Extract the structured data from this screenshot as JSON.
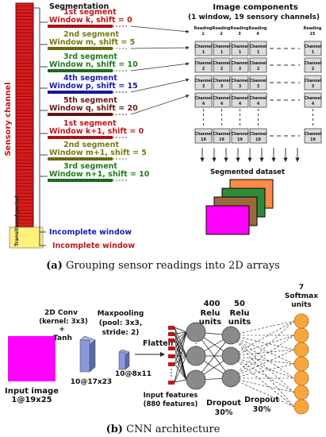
{
  "panel_a": {
    "sensory_label": "Sensory channel",
    "transitional_label": "Transitional period",
    "segmentation_title": "Segmentation",
    "segments": [
      {
        "title": "1st segment",
        "window": "Window k, shift = 0",
        "color": "#c0161b"
      },
      {
        "title": "2nd segment",
        "window": "Window m, shift = 5",
        "color": "#7a7a12"
      },
      {
        "title": "3rd segment",
        "window": "Window n, shift = 10",
        "color": "#1d7d1d"
      },
      {
        "title": "4th segment",
        "window": "Window p, shift = 15",
        "color": "#1b1bb5"
      },
      {
        "title": "5th segment",
        "window": "Window q, shift = 20",
        "color": "#6b1a1a"
      },
      {
        "title": "1st segment",
        "window": "Window k+1, shift = 0",
        "color": "#c0161b"
      },
      {
        "title": "2nd segment",
        "window": "Window m+1, shift = 5",
        "color": "#7a7a12"
      },
      {
        "title": "3rd segment",
        "window": "Window n+1, shift = 10",
        "color": "#1d7d1d"
      }
    ],
    "incomplete": [
      {
        "text": "Incomplete window",
        "color": "#1b1bb5"
      },
      {
        "text": "Incomplete window",
        "color": "#c0161b"
      }
    ],
    "image_components_title": "Image components",
    "image_components_sub": "(1 window, 19 sensory channels)",
    "reading_headers": [
      "Reading 1",
      "Reading 2",
      "Reading 3",
      "Reading 4",
      "Reading 25"
    ],
    "channel_rows": [
      "Channel 1",
      "Channel 2",
      "Channel 3",
      "Channel 4",
      "Channel 19"
    ],
    "segmented_dataset": "Segmented dataset",
    "dataset_colors": [
      "#ff8a4a",
      "#2e8b3a",
      "#9b6a3a",
      "#ff00ff"
    ],
    "caption_label": "(a)",
    "caption_text": " Grouping sensor readings into 2D arrays"
  },
  "panel_b": {
    "input_label": "Input image",
    "input_dims": "1@19x25",
    "conv_label": [
      "2D Conv",
      "(kernel: 3x3)",
      "+",
      "Tanh"
    ],
    "conv_dims": "10@17x23",
    "pool_label": [
      "Maxpooling",
      "(pool: 3x3,",
      "stride: 2)"
    ],
    "pool_dims": "10@8x11",
    "flatten_label": "Flatten",
    "input_features": [
      "Input features",
      "(880 features)"
    ],
    "layer1": [
      "400",
      "Relu",
      "units"
    ],
    "layer2": [
      "50",
      "Relu",
      "units"
    ],
    "softmax": [
      "7",
      "Softmax",
      "units"
    ],
    "dropout1": [
      "Dropout",
      "30%"
    ],
    "dropout2": [
      "Dropout",
      "30%"
    ],
    "colors": {
      "input": "#ff00ff",
      "node_fill": "#888888",
      "softmax_fill": "#f7a53f",
      "conv": "#7f8fcf"
    },
    "caption_label": "(b)",
    "caption_text": " CNN architecture"
  }
}
